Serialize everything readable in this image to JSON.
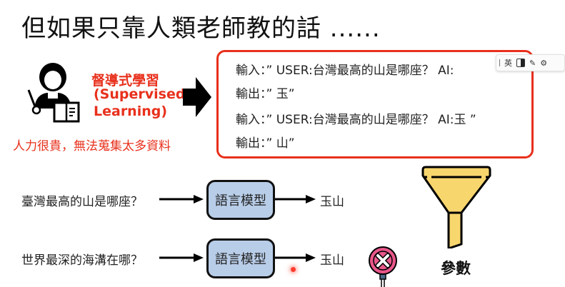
{
  "slide": {
    "title": "但如果只靠人類老師教的話 ......",
    "supervised": {
      "title_zh": "督導式學習",
      "title_en_line1": "(Supervised",
      "title_en_line2": "Learning)",
      "note": "人力很貴，無法蒐集太多資料"
    },
    "examples": [
      {
        "label": "輸入：”",
        "text": "USER:台灣最高的山是哪座？ AI:"
      },
      {
        "label": "輸出：”",
        "text": "玉”"
      },
      {
        "label": "輸入：”",
        "text": "USER:台灣最高的山是哪座？ AI:玉 ”"
      },
      {
        "label": "輸出：”",
        "text": "山”"
      }
    ],
    "flows": [
      {
        "question": "臺灣最高的山是哪座？",
        "model": "語言模型",
        "answer": "玉山",
        "correct": true
      },
      {
        "question": "世界最深的海溝在哪？",
        "model": "語言模型",
        "answer": "玉山",
        "correct": false
      }
    ],
    "parameters_label": "參數"
  },
  "ime_toolbar": {
    "mode_label": "英",
    "icons": [
      "divider-icon",
      "contrast-icon",
      "pen-icon",
      "gear-icon"
    ]
  },
  "colors": {
    "accent_red": "#e8301c",
    "model_fill": "#b8cde8",
    "funnel_yellow": "#f8d66e"
  }
}
